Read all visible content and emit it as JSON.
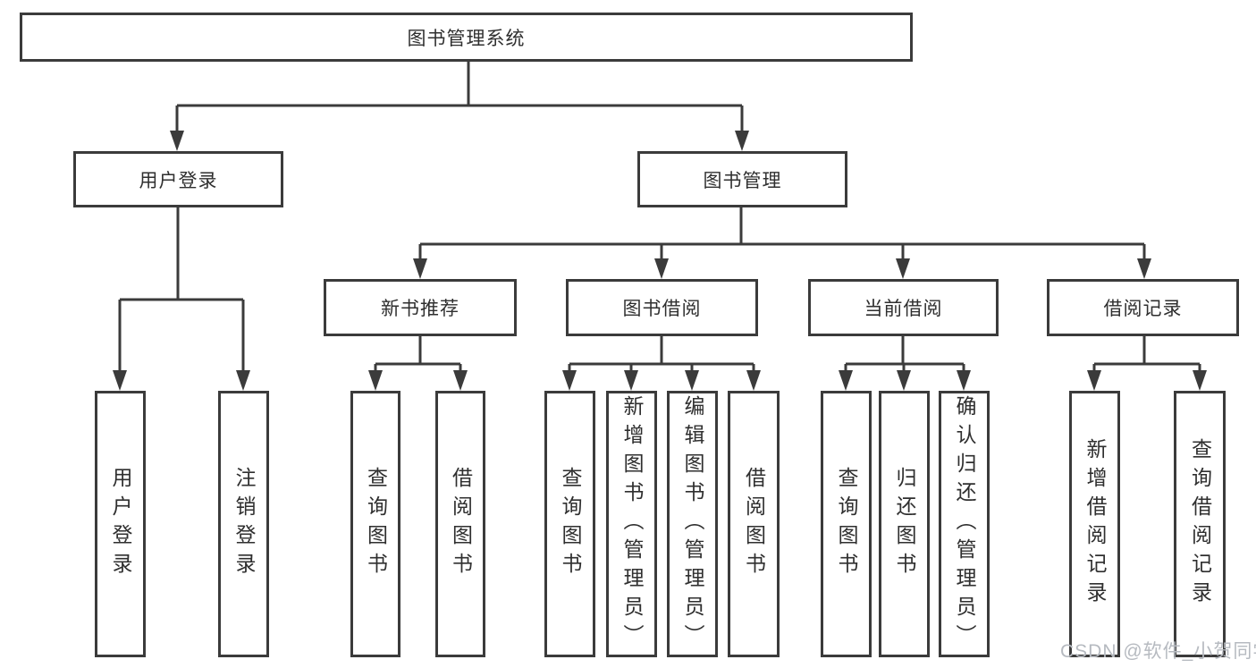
{
  "diagram": {
    "title": "图书管理系统",
    "level1": [
      {
        "label": "用户登录"
      },
      {
        "label": "图书管理"
      }
    ],
    "level2": [
      {
        "label": "新书推荐",
        "parent": "图书管理"
      },
      {
        "label": "图书借阅",
        "parent": "图书管理"
      },
      {
        "label": "当前借阅",
        "parent": "图书管理"
      },
      {
        "label": "借阅记录",
        "parent": "图书管理"
      }
    ],
    "leaves": [
      {
        "label": "用户登录",
        "parent": "用户登录"
      },
      {
        "label": "注销登录",
        "parent": "用户登录"
      },
      {
        "label": "查询图书",
        "parent": "新书推荐"
      },
      {
        "label": "借阅图书",
        "parent": "新书推荐"
      },
      {
        "label": "查询图书",
        "parent": "图书借阅"
      },
      {
        "label": "新增图书（管理员）",
        "parent": "图书借阅"
      },
      {
        "label": "编辑图书（管理员）",
        "parent": "图书借阅"
      },
      {
        "label": "借阅图书",
        "parent": "图书借阅"
      },
      {
        "label": "查询图书",
        "parent": "当前借阅"
      },
      {
        "label": "归还图书",
        "parent": "当前借阅"
      },
      {
        "label": "确认归还（管理员）",
        "parent": "当前借阅"
      },
      {
        "label": "新增借阅记录",
        "parent": "借阅记录"
      },
      {
        "label": "查询借阅记录",
        "parent": "借阅记录"
      }
    ]
  },
  "watermark": "CSDN @软件_小贺同学",
  "colors": {
    "line": "#3b3b3b",
    "text": "#2f2f2f",
    "watermark": "#b6bac0",
    "background": "#ffffff"
  }
}
